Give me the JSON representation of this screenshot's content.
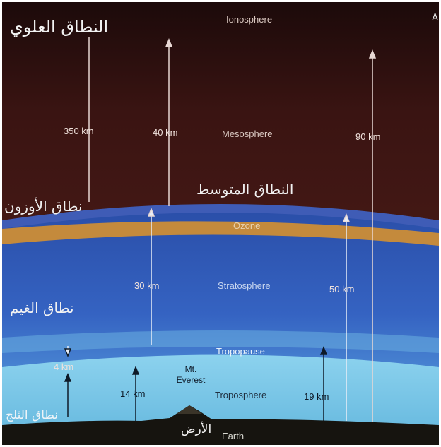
{
  "layers_en": {
    "ionosphere": "Ionosphere",
    "mesosphere": "Mesosphere",
    "ozone": "Ozone",
    "stratosphere": "Stratosphere",
    "tropopause": "Tropopause",
    "troposphere": "Troposphere",
    "earth": "Earth"
  },
  "layers_ar": {
    "upper": "النطاق العلوي",
    "middle": "النطاق المتوسط",
    "ozone": "نطاق الأوزون",
    "cloud": "نطاق الغيم",
    "snow": "نطاق الثلج",
    "earth": "الأرض"
  },
  "peak": {
    "label": "Mt. Everest"
  },
  "altitudes": {
    "a350": "350 km",
    "a40": "40 km",
    "a90": "90 km",
    "a30": "30 km",
    "a50": "50 km",
    "a4": "4 km",
    "a14": "14 km",
    "a19": "19 km"
  },
  "corner_mark": "A",
  "colors": {
    "ionosphere": "#2a0e0c",
    "mesosphere": "#4a1914",
    "ozone": "#c98f3a",
    "stratosphere": "#2f58b8",
    "troposphere": "#79c6e4",
    "earth": "#1a1a14"
  }
}
